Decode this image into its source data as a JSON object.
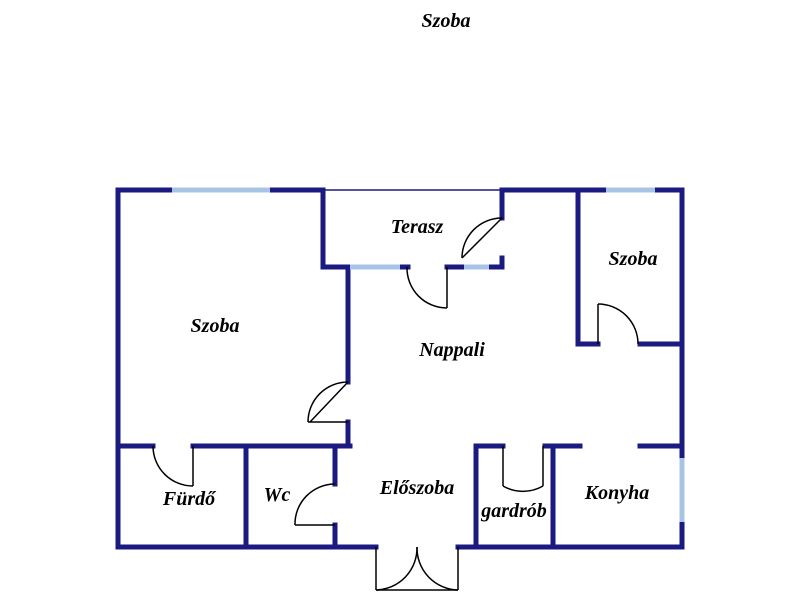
{
  "title": "Szoba",
  "colors": {
    "wall": "#1a1a80",
    "window": "#a8c4e4",
    "door": "#000000",
    "background": "#ffffff"
  },
  "rooms": {
    "szoba_left": "Szoba",
    "terasz": "Terasz",
    "szoba_right": "Szoba",
    "nappali": "Nappali",
    "furdo": "Fürdő",
    "wc": "Wc",
    "eloszoba": "Előszoba",
    "gardrob": "gardrób",
    "konyha": "Konyha"
  }
}
